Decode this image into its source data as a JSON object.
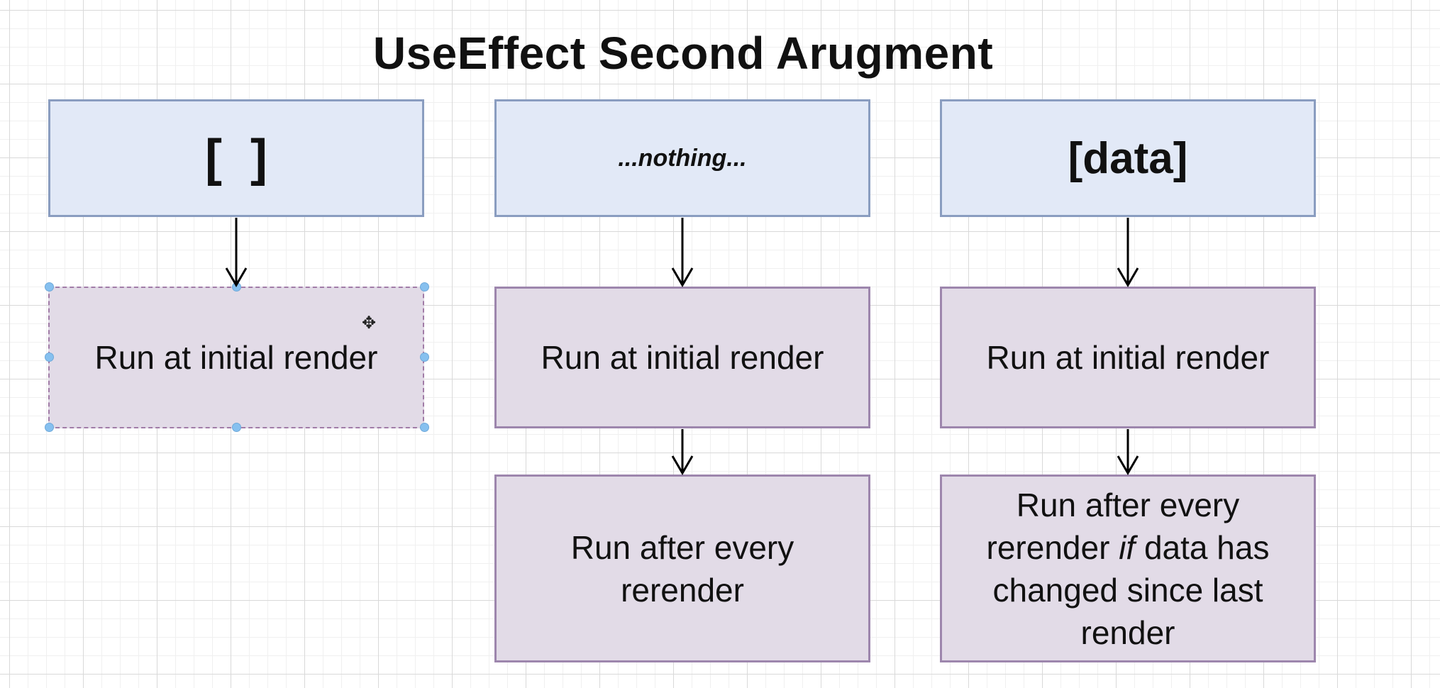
{
  "title": "UseEffect Second Arugment",
  "columns": [
    {
      "header": "[  ]",
      "steps": [
        "Run at initial render"
      ]
    },
    {
      "header": "...nothing...",
      "steps": [
        "Run at initial render",
        "Run after every rerender"
      ]
    },
    {
      "header": "[data]",
      "steps": [
        "Run at initial render",
        {
          "before": "Run after every rerender",
          "emphasis": "if",
          "after": "data has changed since last render"
        }
      ]
    }
  ],
  "editor": {
    "selected_shape": "Run at initial render",
    "cursor_icon": "move-cursor-icon"
  },
  "colors": {
    "header_fill": "#e2e9f7",
    "header_stroke": "#8a9dc0",
    "step_fill": "#e2dbe7",
    "step_stroke": "#9d86ad",
    "selection_handle": "#86c0ef"
  }
}
